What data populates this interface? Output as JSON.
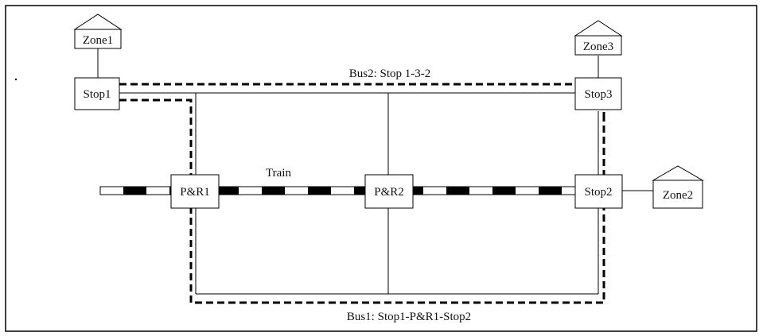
{
  "diagram": {
    "zones": [
      {
        "id": "zone1",
        "label": "Zone1"
      },
      {
        "id": "zone2",
        "label": "Zone2"
      },
      {
        "id": "zone3",
        "label": "Zone3"
      }
    ],
    "stops": [
      {
        "id": "stop1",
        "label": "Stop1"
      },
      {
        "id": "stop2",
        "label": "Stop2"
      },
      {
        "id": "stop3",
        "label": "Stop3"
      }
    ],
    "park_and_ride": [
      {
        "id": "pr1",
        "label": "P&R1"
      },
      {
        "id": "pr2",
        "label": "P&R2"
      }
    ],
    "routes": {
      "train": "Train",
      "bus1": "Bus1: Stop1-P&R1-Stop2",
      "bus2": "Bus2: Stop 1-3-2"
    }
  }
}
